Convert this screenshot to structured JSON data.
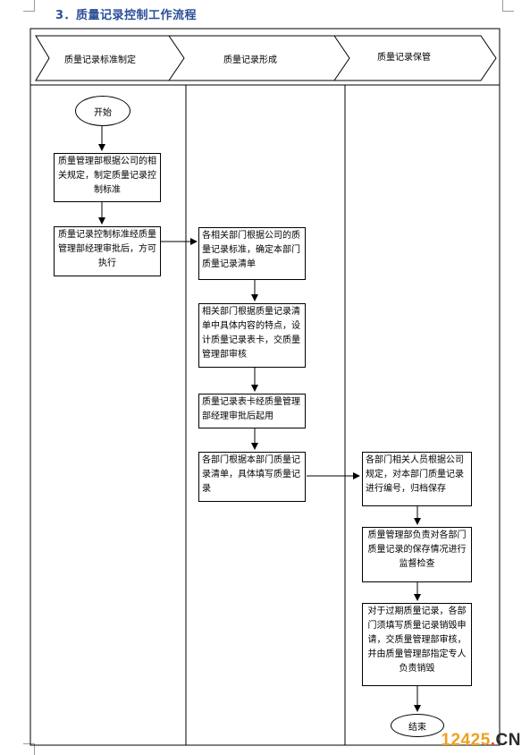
{
  "title": "3．质量记录控制工作流程",
  "lanes": [
    {
      "label": "质量记录标准制定"
    },
    {
      "label": "质量记录形成"
    },
    {
      "label": "质量记录保管"
    }
  ],
  "nodes": {
    "start": "开始",
    "n1": "质量管理部根据公司的相关规定，制定质量记录控制标准",
    "n2": "质量记录控制标准经质量管理部经理审批后，方可执行",
    "n3": "各相关部门根据公司的质量记录标准，确定本部门质量记录清单",
    "n4": "相关部门根据质量记录清单中具体内容的特点，设计质量记录表卡，交质量管理部审核",
    "n5": "质量记录表卡经质量管理部经理审批后起用",
    "n6": "各部门根据本部门质量记录清单，具体填写质量记录",
    "n7": "各部门相关人员根据公司规定，对本部门质量记录进行编号，归档保存",
    "n8": "质量管理部负责对各部门质量记录的保存情况进行监督检查",
    "n9": "对于过期质量记录，各部门须填写质量记录销毁申请，交质量管理部审核，并由质量管理部指定专人负责销毁",
    "end": "结束"
  },
  "watermark": {
    "num": "12425",
    "dot": ".",
    "cn": "CN"
  },
  "colors": {
    "title": "#2a4d99",
    "watermark_num": "#f0a020",
    "watermark_dot": "#e04020"
  }
}
